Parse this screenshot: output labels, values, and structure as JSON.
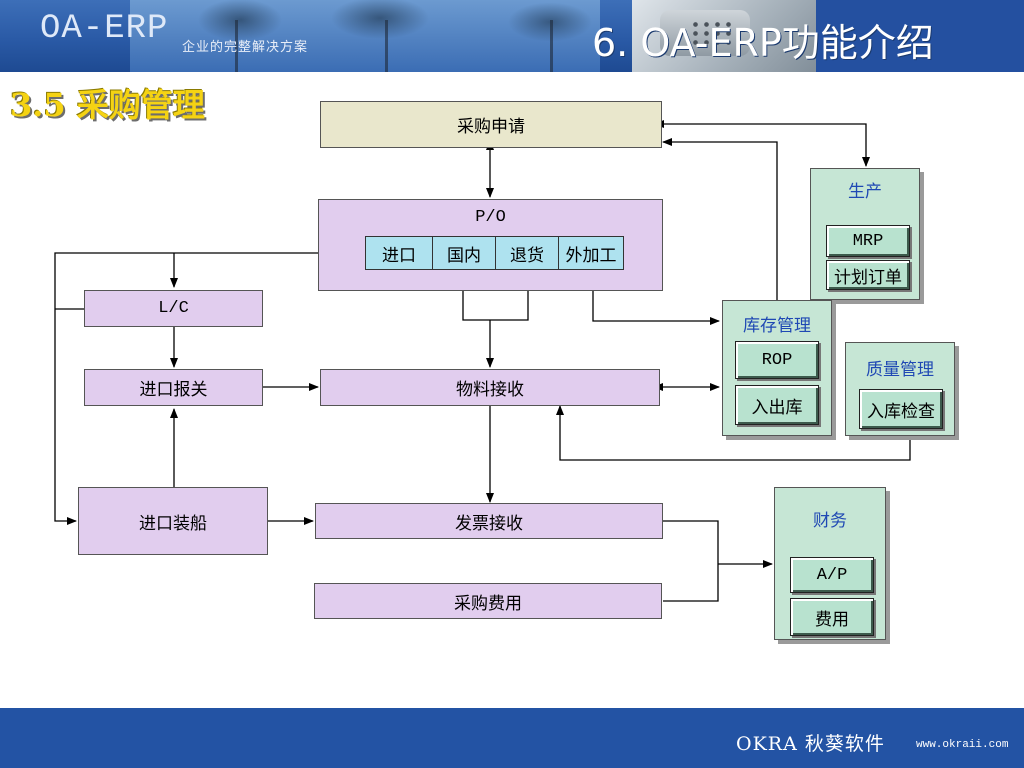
{
  "header": {
    "logo": "OA-ERP",
    "tagline": "企业的完整解决方案",
    "title": "6. OA-ERP功能介绍"
  },
  "section_title": "3.5 采购管理",
  "diagram": {
    "purchase_request": "采购申请",
    "po": {
      "label": "P/O",
      "cells": [
        "进口",
        "国内",
        "退货",
        "外加工"
      ]
    },
    "lc": "L/C",
    "import_customs": "进口报关",
    "material_receipt": "物料接收",
    "import_shipping": "进口装船",
    "invoice_receipt": "发票接收",
    "purchase_cost": "采购费用",
    "production": {
      "title": "生产",
      "items": [
        "MRP",
        "计划订单"
      ]
    },
    "inventory": {
      "title": "库存管理",
      "items": [
        "ROP",
        "入出库"
      ]
    },
    "quality": {
      "title": "质量管理",
      "items": [
        "入库检查"
      ]
    },
    "finance": {
      "title": "财务",
      "items": [
        "A/P",
        "费用"
      ]
    }
  },
  "footer": {
    "brand": "OKRA 秋葵软件",
    "url": "www.okraii.com"
  },
  "colors": {
    "banner_blue": "#2353a4",
    "title_yellow": "#f5d313",
    "box_lilac": "#e1cdee",
    "box_beige": "#e9e7cc",
    "group_green": "#c6e6d5",
    "cell_cyan": "#aee2ef",
    "group_title_blue": "#1f48b4"
  }
}
